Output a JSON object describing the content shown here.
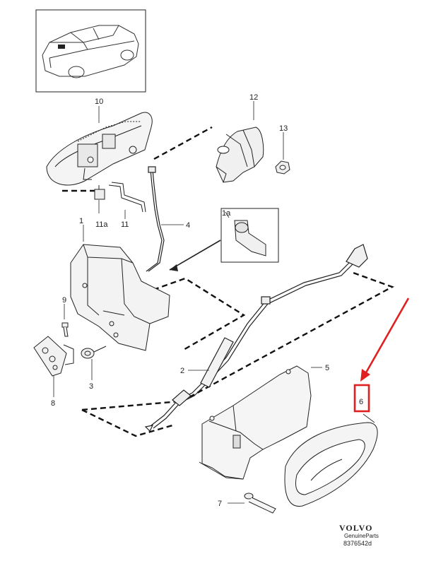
{
  "callouts": {
    "c1": "1",
    "c1a": "1a",
    "c2": "2",
    "c3": "3",
    "c4": "4",
    "c5": "5",
    "c6": "6",
    "c7": "7",
    "c8": "8",
    "c9": "9",
    "c10": "10",
    "c11": "11",
    "c11a": "11a",
    "c12": "12",
    "c13": "13"
  },
  "brand": {
    "name": "VOLVO",
    "tagline": "GenuineParts",
    "code": "8376542d"
  },
  "colors": {
    "line": "#222222",
    "highlight": "#e02020"
  }
}
